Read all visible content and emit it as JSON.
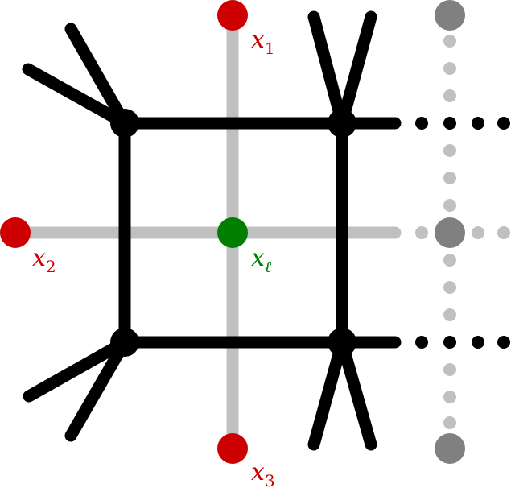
{
  "colors": {
    "background": "#ffffff",
    "edge": "#000000",
    "grey_line": "#c0c0c0",
    "grey_node": "#808080",
    "red_node": "#cc0000",
    "green_node": "#007f00"
  },
  "labels": {
    "x1": {
      "base": "x",
      "sub": "1"
    },
    "x2": {
      "base": "x",
      "sub": "2"
    },
    "x3": {
      "base": "x",
      "sub": "3"
    },
    "xl": {
      "base": "x",
      "sub": "ℓ"
    }
  }
}
